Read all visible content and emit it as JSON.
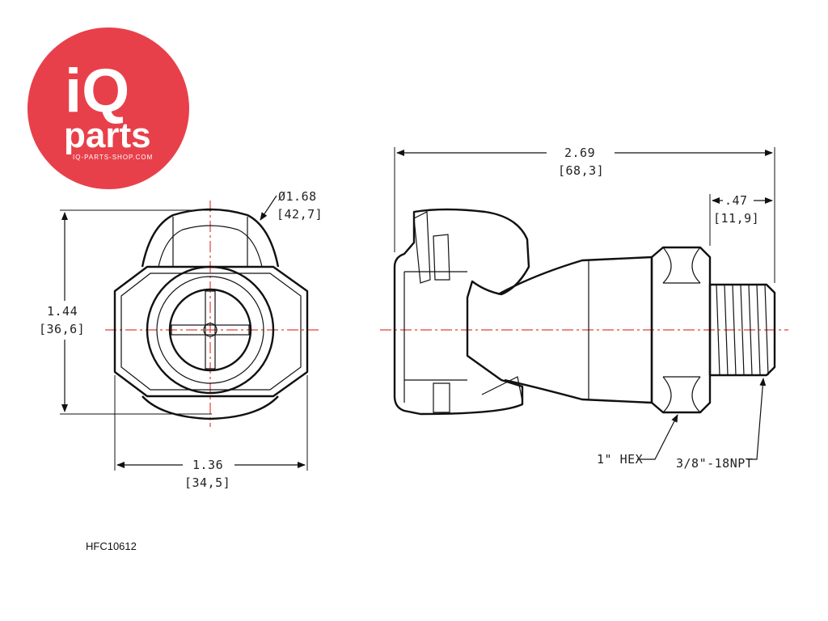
{
  "logo": {
    "brand_iq": "iQ",
    "brand_parts": "parts",
    "url": "IQ-PARTS-SHOP.COM",
    "color": "#e8404a"
  },
  "front_view": {
    "diameter_in": "Ø1.68",
    "diameter_mm": "[42,7]",
    "height_in": "1.44",
    "height_mm": "[36,6]",
    "width_in": "1.36",
    "width_mm": "[34,5]"
  },
  "side_view": {
    "length_in": "2.69",
    "length_mm": "[68,3]",
    "thread_len_in": ".47",
    "thread_len_mm": "[11,9]",
    "hex_label": "1\" HEX",
    "thread_label": "3/8\"-18NPT"
  },
  "part_number": "HFC10612",
  "colors": {
    "centerline": "#e0413c",
    "lines": "#111111"
  }
}
